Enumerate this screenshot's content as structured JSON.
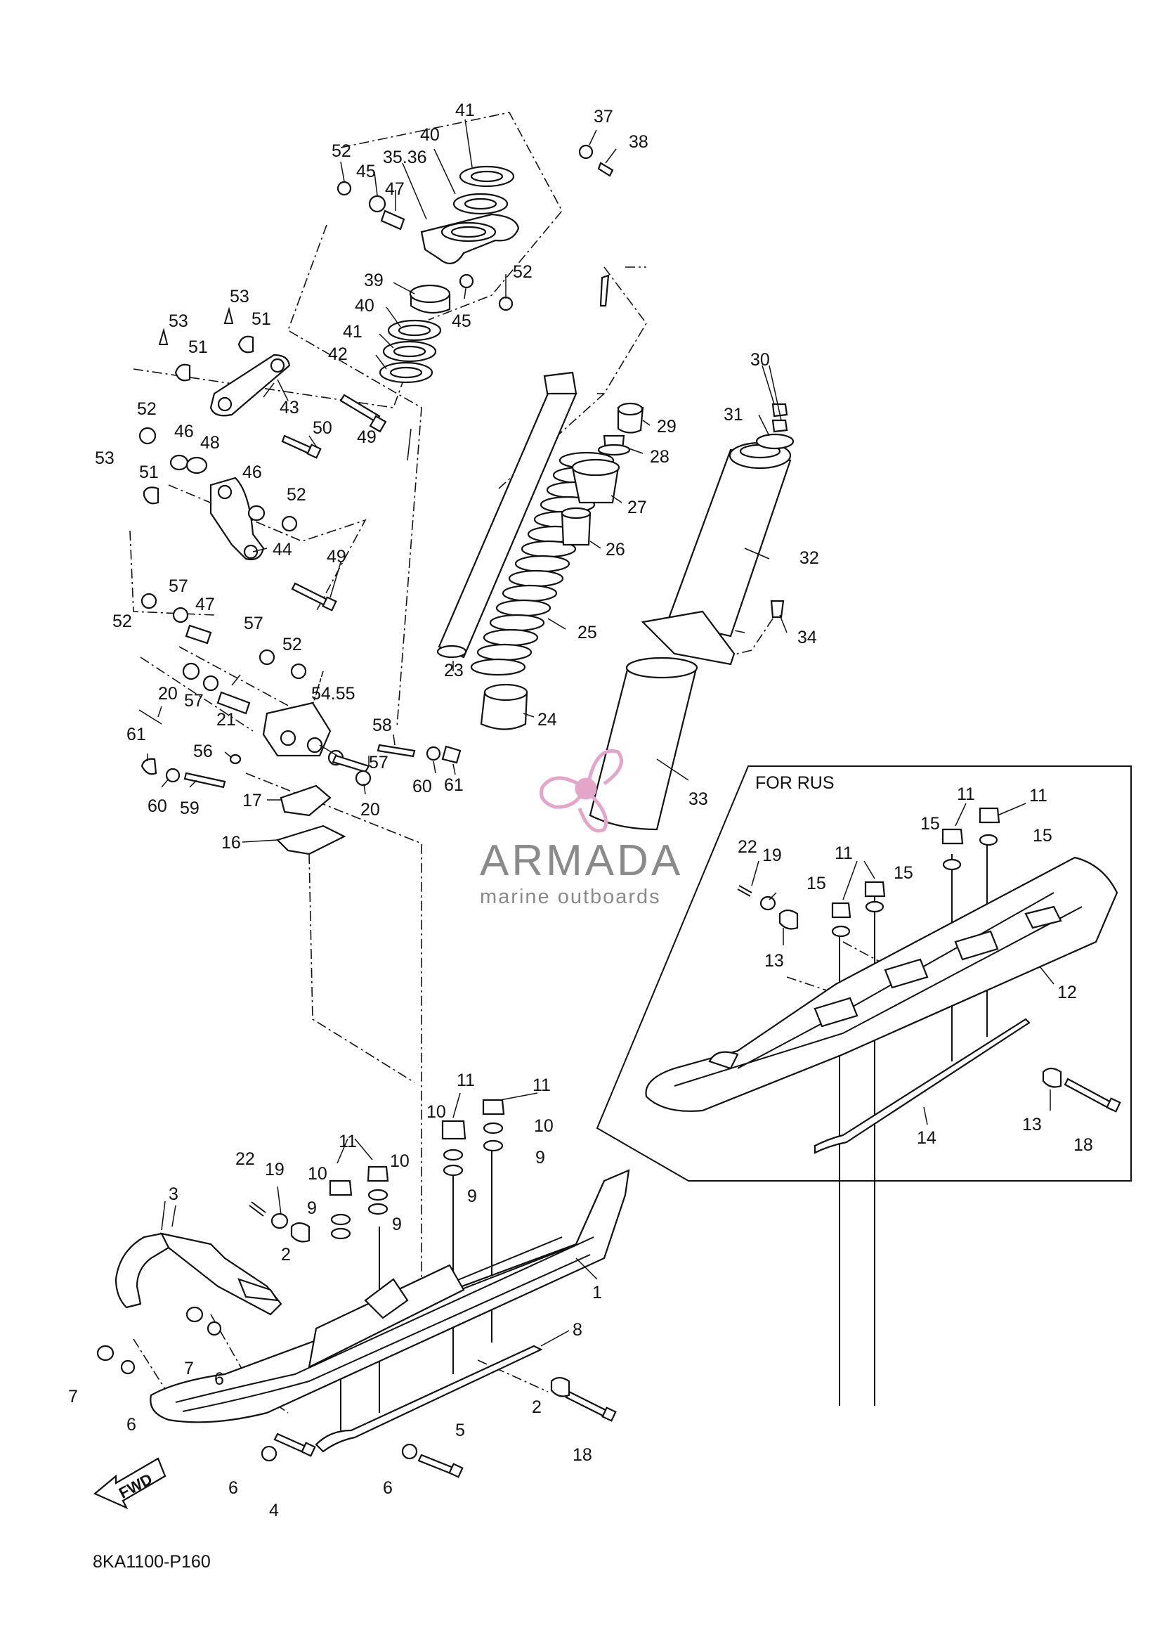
{
  "diagram": {
    "code": "8KA1100-P160",
    "fwd_label": "FWD",
    "inset_title": "FOR RUS",
    "watermark": {
      "brand": "ARMADA",
      "tagline": "marine outboards",
      "colors": {
        "logo": "#e3a6c8",
        "text": "#8a8a8a"
      }
    },
    "callouts": {
      "c1": "1",
      "c2a": "2",
      "c2b": "2",
      "c3": "3",
      "c4": "4",
      "c5": "5",
      "c6a": "6",
      "c6b": "6",
      "c6c": "6",
      "c6d": "6",
      "c7a": "7",
      "c7b": "7",
      "c8": "8",
      "c9a": "9",
      "c9b": "9",
      "c9c": "9",
      "c9d": "9",
      "c10a": "10",
      "c10b": "10",
      "c10c": "10",
      "c10d": "10",
      "c11a": "11",
      "c11b": "11",
      "c11c": "11",
      "c16": "16",
      "c17": "17",
      "c18": "18",
      "c19": "19",
      "c20a": "20",
      "c20b": "20",
      "c21": "21",
      "c22": "22",
      "c23": "23",
      "c24": "24",
      "c25": "25",
      "c26": "26",
      "c27": "27",
      "c28": "28",
      "c29": "29",
      "c30": "30",
      "c31": "31",
      "c32": "32",
      "c33": "33",
      "c34": "34",
      "c3536": "35.36",
      "c37": "37",
      "c38": "38",
      "c39": "39",
      "c40a": "40",
      "c40b": "40",
      "c41a": "41",
      "c41b": "41",
      "c42": "42",
      "c43": "43",
      "c44": "44",
      "c45a": "45",
      "c45b": "45",
      "c46a": "46",
      "c46b": "46",
      "c47a": "47",
      "c47b": "47",
      "c48": "48",
      "c49a": "49",
      "c49b": "49",
      "c50": "50",
      "c51a": "51",
      "c51b": "51",
      "c51c": "51",
      "c52a": "52",
      "c52b": "52",
      "c52c": "52",
      "c52d": "52",
      "c52e": "52",
      "c52f": "52",
      "c53a": "53",
      "c53b": "53",
      "c53c": "53",
      "c5455": "54.55",
      "c56": "56",
      "c57a": "57",
      "c57b": "57",
      "c57c": "57",
      "c57d": "57",
      "c58": "58",
      "c59": "59",
      "c60a": "60",
      "c60b": "60",
      "c61a": "61",
      "c61b": "61",
      "r11a": "11",
      "r11b": "11",
      "r11c": "11",
      "r12": "12",
      "r13a": "13",
      "r13b": "13",
      "r14": "14",
      "r15a": "15",
      "r15b": "15",
      "r15c": "15",
      "r15d": "15",
      "r18": "18",
      "r19": "19",
      "r22": "22"
    }
  }
}
